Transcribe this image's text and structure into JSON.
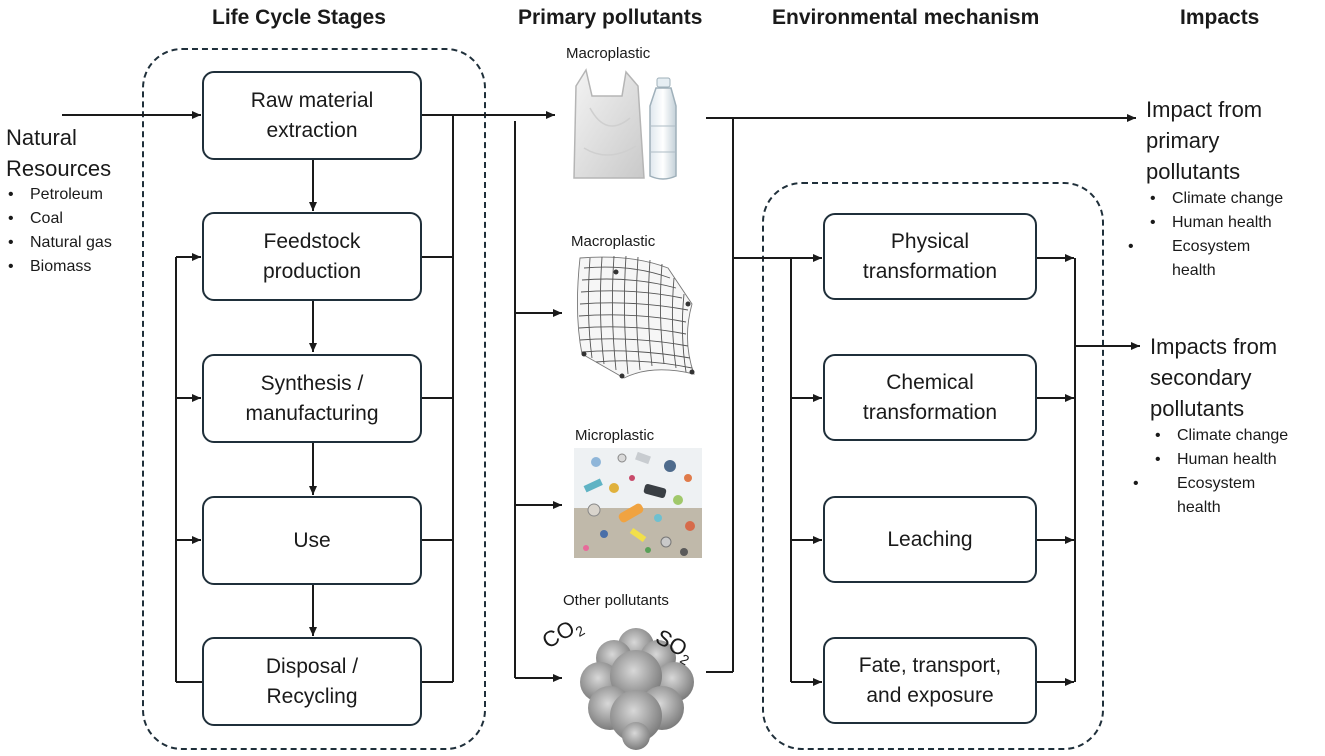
{
  "headers": {
    "stages": "Life Cycle Stages",
    "pollutants": "Primary pollutants",
    "mechanism": "Environmental mechanism",
    "impacts": "Impacts"
  },
  "resources": {
    "title": "Natural\nResources",
    "items": [
      "Petroleum",
      "Coal",
      "Natural gas",
      "Biomass"
    ]
  },
  "stages": [
    "Raw material\nextraction",
    "Feedstock\nproduction",
    "Synthesis /\nmanufacturing",
    "Use",
    "Disposal /\nRecycling"
  ],
  "pollutants": {
    "p1": "Macroplastic",
    "p2": "Macroplastic",
    "p3": "Microplastic",
    "p4": "Other pollutants",
    "co2": "CO",
    "co2_sub": "2",
    "so2": "SO",
    "so2_sub": "2"
  },
  "mechanisms": [
    "Physical\ntransformation",
    "Chemical\ntransformation",
    "Leaching",
    "Fate, transport,\nand exposure"
  ],
  "impacts": {
    "primary": {
      "title": "Impact from\nprimary\npollutants",
      "items": [
        "Climate change",
        "Human health",
        "Ecosystem health"
      ]
    },
    "secondary": {
      "title": "Impacts from\nsecondary\npollutants",
      "items": [
        "Climate change",
        "Human health",
        "Ecosystem health"
      ]
    }
  }
}
